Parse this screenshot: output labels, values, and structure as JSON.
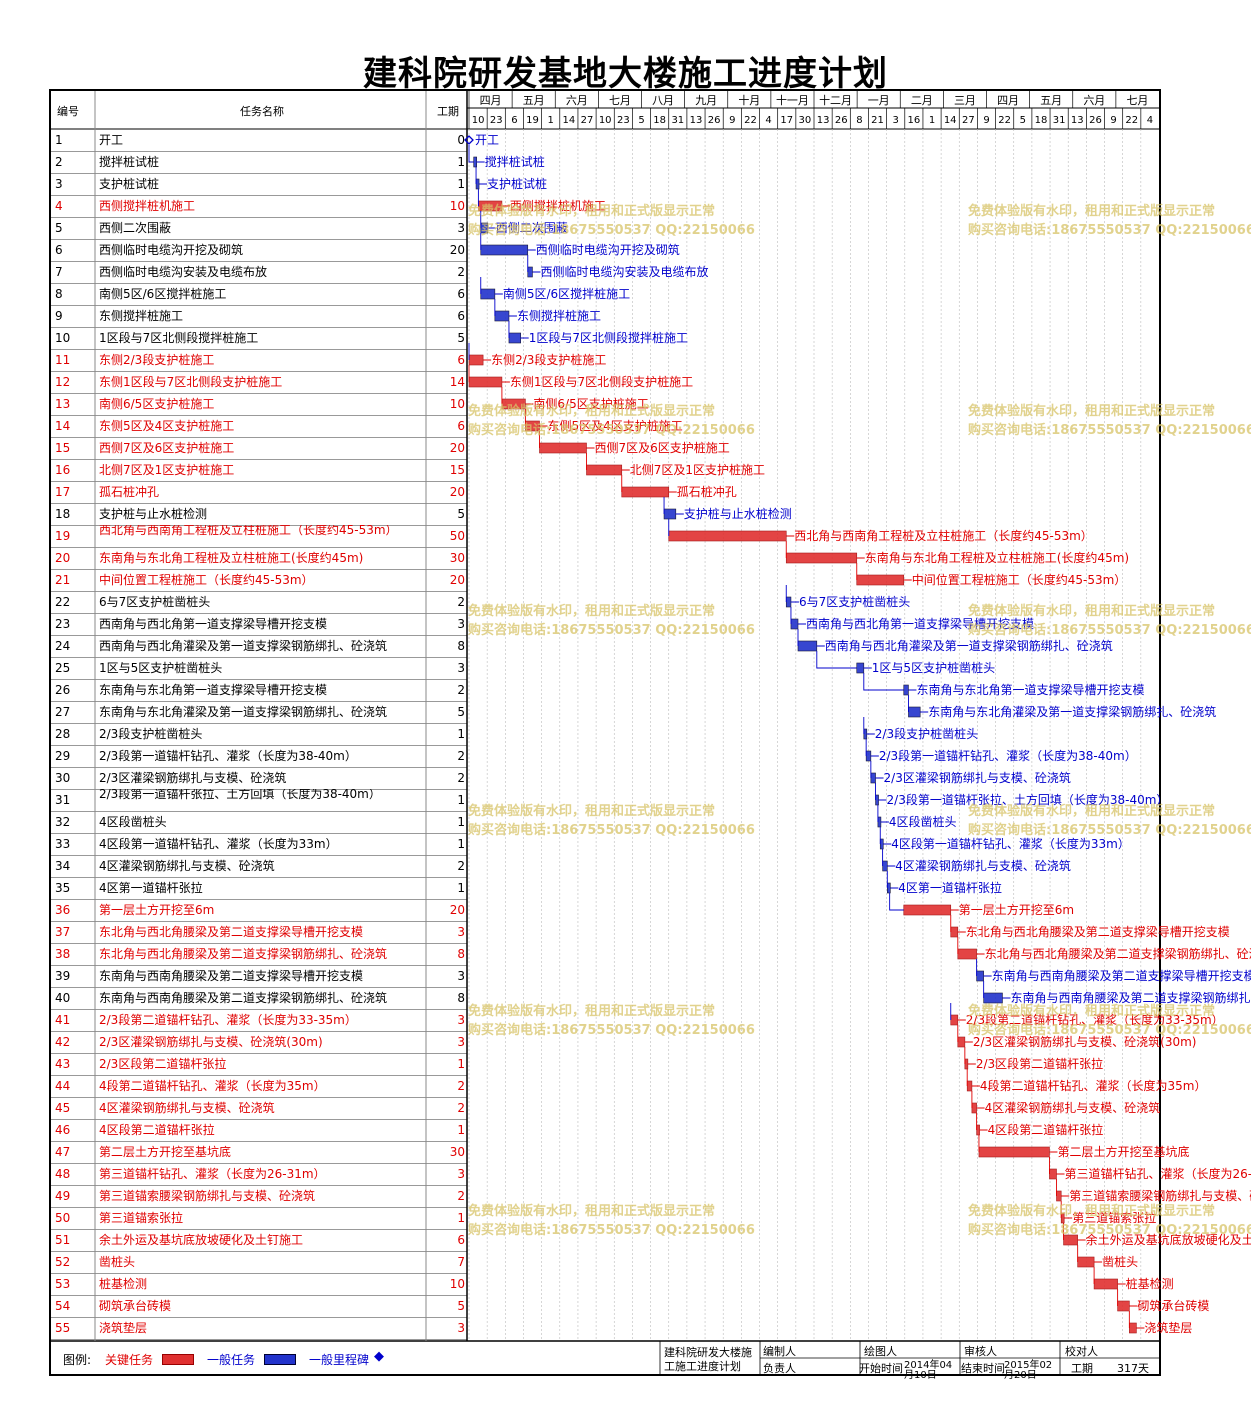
{
  "title": "建科院研发基地大楼施工进度计划",
  "colors": {
    "critical": "#e00000",
    "normal": "#0000cc",
    "critical_bar": "#e03030",
    "normal_bar": "#2233cc"
  },
  "header": {
    "id": "编号",
    "name": "任务名称",
    "duration": "工期"
  },
  "timescale": {
    "months": [
      "四月",
      "五月",
      "六月",
      "七月",
      "八月",
      "九月",
      "十月",
      "十一月",
      "十二月",
      "一月",
      "二月",
      "三月",
      "四月",
      "五月",
      "六月",
      "七月"
    ],
    "days": [
      "10",
      "23",
      "6",
      "19",
      "1",
      "14",
      "27",
      "10",
      "23",
      "5",
      "18",
      "31",
      "13",
      "26",
      "9",
      "22",
      "4",
      "17",
      "30",
      "13",
      "26",
      "8",
      "21",
      "3",
      "16",
      "1",
      "14",
      "27",
      "9",
      "22",
      "5",
      "18",
      "31",
      "13",
      "26",
      "9",
      "22",
      "4"
    ]
  },
  "chart_data": {
    "type": "gantt",
    "title": "建科院研发基地大楼施工进度计划",
    "tasks": [
      {
        "id": "1",
        "name": "开工",
        "duration": "0",
        "critical": false,
        "milestone": true,
        "start": 0,
        "end": 0
      },
      {
        "id": "2",
        "name": "搅拌桩试桩",
        "duration": "1",
        "critical": false,
        "start": 2,
        "end": 3
      },
      {
        "id": "3",
        "name": "支护桩试桩",
        "duration": "1",
        "critical": false,
        "start": 3,
        "end": 4
      },
      {
        "id": "4",
        "name": "西侧搅拌桩机施工",
        "duration": "10",
        "critical": true,
        "start": 4,
        "end": 14
      },
      {
        "id": "5",
        "name": "西侧二次围蔽",
        "duration": "3",
        "critical": false,
        "start": 5,
        "end": 8
      },
      {
        "id": "6",
        "name": "西侧临时电缆沟开挖及砌筑",
        "duration": "20",
        "critical": false,
        "start": 5,
        "end": 25
      },
      {
        "id": "7",
        "name": "西侧临时电缆沟安装及电缆布放",
        "duration": "2",
        "critical": false,
        "start": 25,
        "end": 27
      },
      {
        "id": "8",
        "name": "南侧5区/6区搅拌桩施工",
        "duration": "6",
        "critical": false,
        "start": 5,
        "end": 11
      },
      {
        "id": "9",
        "name": "东侧搅拌桩施工",
        "duration": "6",
        "critical": false,
        "start": 11,
        "end": 17
      },
      {
        "id": "10",
        "name": "1区段与7区北侧段搅拌桩施工",
        "duration": "5",
        "critical": false,
        "start": 17,
        "end": 22
      },
      {
        "id": "11",
        "name": "东侧2/3段支护桩施工",
        "duration": "6",
        "critical": true,
        "start": 0,
        "end": 6
      },
      {
        "id": "12",
        "name": "东侧1区段与7区北侧段支护桩施工",
        "duration": "14",
        "critical": true,
        "start": 0,
        "end": 14
      },
      {
        "id": "13",
        "name": "南侧6/5区支护桩施工",
        "duration": "10",
        "critical": true,
        "start": 14,
        "end": 24
      },
      {
        "id": "14",
        "name": "东侧5区及4区支护桩施工",
        "duration": "6",
        "critical": true,
        "start": 24,
        "end": 30
      },
      {
        "id": "15",
        "name": "西侧7区及6区支护桩施工",
        "duration": "20",
        "critical": true,
        "start": 30,
        "end": 50
      },
      {
        "id": "16",
        "name": "北侧7区及1区支护桩施工",
        "duration": "15",
        "critical": true,
        "start": 50,
        "end": 65
      },
      {
        "id": "17",
        "name": "孤石桩冲孔",
        "duration": "20",
        "critical": true,
        "start": 65,
        "end": 85
      },
      {
        "id": "18",
        "name": "支护桩与止水桩检测",
        "duration": "5",
        "critical": false,
        "start": 83,
        "end": 88
      },
      {
        "id": "19",
        "name": "西北角与西南角工程桩及立柱桩施工（长度约45-53m）",
        "duration": "50",
        "critical": true,
        "start": 85,
        "end": 135
      },
      {
        "id": "20",
        "name": "东南角与东北角工程桩及立柱桩施工(长度约45m)",
        "duration": "30",
        "critical": true,
        "start": 135,
        "end": 165
      },
      {
        "id": "21",
        "name": "中间位置工程桩施工（长度约45-53m）",
        "duration": "20",
        "critical": true,
        "start": 165,
        "end": 185
      },
      {
        "id": "22",
        "name": "6与7区支护桩凿桩头",
        "duration": "2",
        "critical": false,
        "start": 135,
        "end": 137
      },
      {
        "id": "23",
        "name": "西南角与西北角第一道支撑梁导槽开挖支模",
        "duration": "3",
        "critical": false,
        "start": 137,
        "end": 140
      },
      {
        "id": "24",
        "name": "西南角与西北角灌梁及第一道支撑梁钢筋绑扎、砼浇筑",
        "duration": "8",
        "critical": false,
        "start": 140,
        "end": 148
      },
      {
        "id": "25",
        "name": "1区与5区支护桩凿桩头",
        "duration": "3",
        "critical": false,
        "start": 165,
        "end": 168
      },
      {
        "id": "26",
        "name": "东南角与东北角第一道支撑梁导槽开挖支模",
        "duration": "2",
        "critical": false,
        "start": 185,
        "end": 187
      },
      {
        "id": "27",
        "name": "东南角与东北角灌梁及第一道支撑梁钢筋绑扎、砼浇筑",
        "duration": "5",
        "critical": false,
        "start": 187,
        "end": 192
      },
      {
        "id": "28",
        "name": "2/3段支护桩凿桩头",
        "duration": "1",
        "critical": false,
        "start": 168,
        "end": 169
      },
      {
        "id": "29",
        "name": "2/3段第一道锚杆钻孔、灌浆（长度为38-40m）",
        "duration": "2",
        "critical": false,
        "start": 169,
        "end": 171
      },
      {
        "id": "30",
        "name": "2/3区灌梁钢筋绑扎与支模、砼浇筑",
        "duration": "2",
        "critical": false,
        "start": 171,
        "end": 173
      },
      {
        "id": "31",
        "name": "2/3段第一道锚杆张拉、土方回填（长度为38-40m）",
        "duration": "1",
        "critical": false,
        "start": 173,
        "end": 174
      },
      {
        "id": "32",
        "name": "4区段凿桩头",
        "duration": "1",
        "critical": false,
        "start": 174,
        "end": 175
      },
      {
        "id": "33",
        "name": "4区段第一道锚杆钻孔、灌浆（长度为33m）",
        "duration": "1",
        "critical": false,
        "start": 175,
        "end": 176
      },
      {
        "id": "34",
        "name": "4区灌梁钢筋绑扎与支模、砼浇筑",
        "duration": "2",
        "critical": false,
        "start": 176,
        "end": 178
      },
      {
        "id": "35",
        "name": "4区第一道锚杆张拉",
        "duration": "1",
        "critical": false,
        "start": 178,
        "end": 179
      },
      {
        "id": "36",
        "name": "第一层土方开挖至6m",
        "duration": "20",
        "critical": true,
        "start": 185,
        "end": 205
      },
      {
        "id": "37",
        "name": "东北角与西北角腰梁及第二道支撑梁导槽开挖支模",
        "duration": "3",
        "critical": true,
        "start": 205,
        "end": 208
      },
      {
        "id": "38",
        "name": "东北角与西北角腰梁及第二道支撑梁钢筋绑扎、砼浇筑",
        "duration": "8",
        "critical": true,
        "start": 208,
        "end": 216
      },
      {
        "id": "39",
        "name": "东南角与西南角腰梁及第二道支撑梁导槽开挖支模",
        "duration": "3",
        "critical": false,
        "start": 216,
        "end": 219
      },
      {
        "id": "40",
        "name": "东南角与西南角腰梁及第二道支撑梁钢筋绑扎、砼浇筑",
        "duration": "8",
        "critical": false,
        "start": 219,
        "end": 227
      },
      {
        "id": "41",
        "name": "2/3段第二道锚杆钻孔、灌浆（长度为33-35m）",
        "duration": "3",
        "critical": true,
        "start": 205,
        "end": 208
      },
      {
        "id": "42",
        "name": "2/3区灌梁钢筋绑扎与支模、砼浇筑(30m)",
        "duration": "3",
        "critical": true,
        "start": 208,
        "end": 211
      },
      {
        "id": "43",
        "name": "2/3区段第二道锚杆张拉",
        "duration": "1",
        "critical": true,
        "start": 211,
        "end": 212
      },
      {
        "id": "44",
        "name": "4段第二道锚杆钻孔、灌浆（长度为35m）",
        "duration": "2",
        "critical": true,
        "start": 212,
        "end": 214
      },
      {
        "id": "45",
        "name": "4区灌梁钢筋绑扎与支模、砼浇筑",
        "duration": "2",
        "critical": true,
        "start": 214,
        "end": 216
      },
      {
        "id": "46",
        "name": "4区段第二道锚杆张拉",
        "duration": "1",
        "critical": true,
        "start": 216,
        "end": 217
      },
      {
        "id": "47",
        "name": "第二层土方开挖至基坑底",
        "duration": "30",
        "critical": true,
        "start": 217,
        "end": 247
      },
      {
        "id": "48",
        "name": "第三道锚杆钻孔、灌浆（长度为26-31m）",
        "duration": "3",
        "critical": true,
        "start": 247,
        "end": 250
      },
      {
        "id": "49",
        "name": "第三道锚索腰梁钢筋绑扎与支模、砼浇筑",
        "duration": "2",
        "critical": true,
        "start": 250,
        "end": 252
      },
      {
        "id": "50",
        "name": "第三道锚索张拉",
        "duration": "1",
        "critical": true,
        "start": 252,
        "end": 253
      },
      {
        "id": "51",
        "name": "余土外运及基坑底放坡硬化及土钉施工",
        "duration": "6",
        "critical": true,
        "start": 253,
        "end": 259
      },
      {
        "id": "52",
        "name": "凿桩头",
        "duration": "7",
        "critical": true,
        "start": 259,
        "end": 266
      },
      {
        "id": "53",
        "name": "桩基检测",
        "duration": "10",
        "critical": true,
        "start": 266,
        "end": 276
      },
      {
        "id": "54",
        "name": "砌筑承台砖模",
        "duration": "5",
        "critical": true,
        "start": 276,
        "end": 281
      },
      {
        "id": "55",
        "name": "浇筑垫层",
        "duration": "3",
        "critical": true,
        "start": 281,
        "end": 284
      }
    ]
  },
  "watermark": {
    "line1": "免费体验版有水印，租用和正式版显示正常",
    "line2": "购买咨询电话:18675550537 QQ:22150066"
  },
  "footer": {
    "legend_label": "图例:",
    "critical_task": "关键任务",
    "normal_task": "一般任务",
    "milestone": "一般里程碑",
    "project_name_line1": "建科院研发大楼施",
    "project_name_line2": "工施工进度计划",
    "compiler": "编制人",
    "drawer": "绘图人",
    "reviewer": "审核人",
    "checker": "校对人",
    "responsible": "负责人",
    "start_time_label": "开始时间",
    "start_time_line1": "2014年04",
    "start_time_line2": "月10日",
    "end_time_label": "结束时间",
    "end_time_line1": "2015年02",
    "end_time_line2": "月20日",
    "duration_label": "工期",
    "duration_value": "317天"
  }
}
